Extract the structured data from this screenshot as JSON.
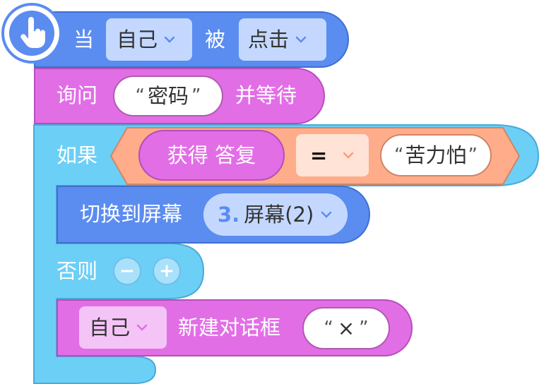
{
  "colors": {
    "event": "#5b8cf0",
    "ask": "#e26ee6",
    "control": "#6ccff6",
    "compare": "#ffac8a",
    "screen": "#5b8cf0"
  },
  "event_block": {
    "icon": "hand-pointer-icon",
    "when": "当",
    "target": "自己",
    "verb": "被",
    "event": "点击"
  },
  "ask_block": {
    "label": "询问",
    "prompt": "密码",
    "tail": "并等待"
  },
  "if_block": {
    "if_label": "如果",
    "answer_label": "获得 答复",
    "operator": "=",
    "compare_value": "苦力怕",
    "else_label": "否则",
    "minus": "−",
    "plus": "+"
  },
  "switch_block": {
    "label": "切换到屏幕",
    "screen_number": "3.",
    "screen_name": "屏幕(2)"
  },
  "dialog_block": {
    "target": "自己",
    "label": "新建对话框",
    "value": "×"
  },
  "quote_open": "“",
  "quote_close": "”"
}
